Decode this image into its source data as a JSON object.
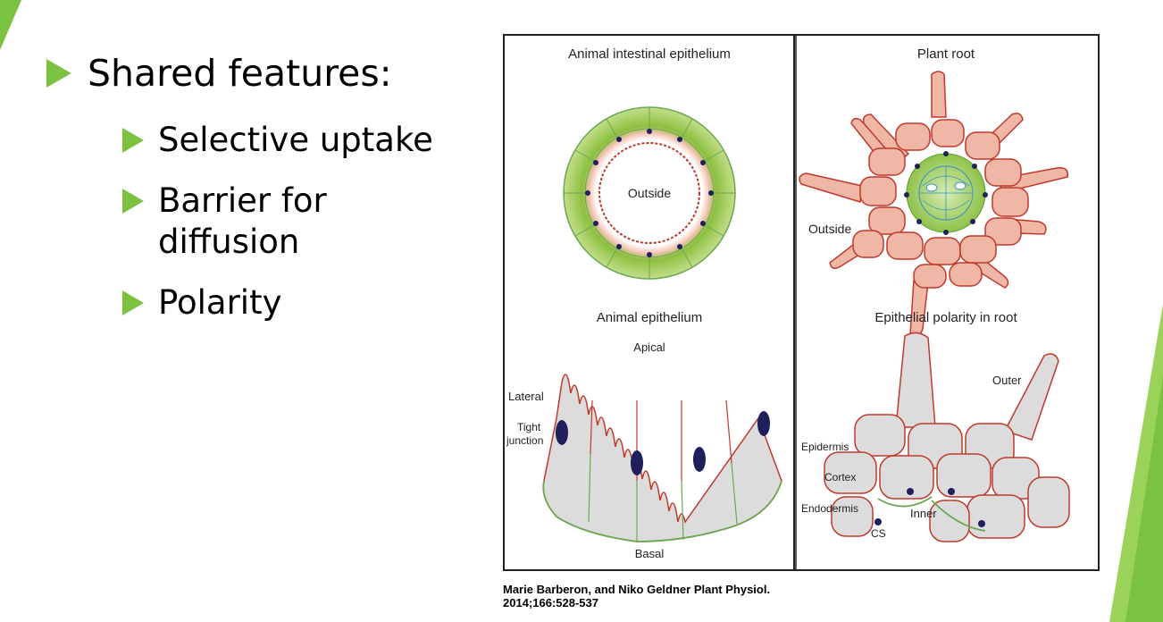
{
  "slide": {
    "main_bullet": "Shared features:",
    "sub_bullets": [
      "Selective uptake",
      "Barrier for diffusion",
      "Polarity"
    ]
  },
  "figure": {
    "panels": {
      "animal_intestinal_epithelium": {
        "title": "Animal intestinal epithelium",
        "labels": {
          "outside": "Outside"
        }
      },
      "plant_root": {
        "title": "Plant root",
        "labels": {
          "outside": "Outside"
        }
      },
      "animal_epithelium": {
        "title": "Animal epithelium",
        "labels": {
          "apical": "Apical",
          "lateral": "Lateral",
          "tight_junction_1": "Tight",
          "tight_junction_2": "junction",
          "basal": "Basal"
        }
      },
      "epithelial_polarity_in_root": {
        "title": "Epithelial polarity in root",
        "labels": {
          "outer": "Outer",
          "epidermis": "Epidermis",
          "cortex": "Cortex",
          "endodermis": "Endodermis",
          "inner": "Inner",
          "cs": "CS"
        }
      }
    },
    "colors": {
      "cell_gray": "#dcdcdc",
      "cell_outline_red": "#c0392b",
      "basal_green": "#6aa84f",
      "junction_navy": "#1f1f5c",
      "root_cell": "#f0b7a6",
      "stele_green": "#9ac64a",
      "epithelium_green": "#b9d77a"
    }
  },
  "citation": {
    "line1": "Marie Barberon, and Niko Geldner Plant Physiol.",
    "line2": "2014;166:528-537"
  },
  "theme": {
    "accent": "#7cc241",
    "accent_dark": "#5a9e2f"
  }
}
